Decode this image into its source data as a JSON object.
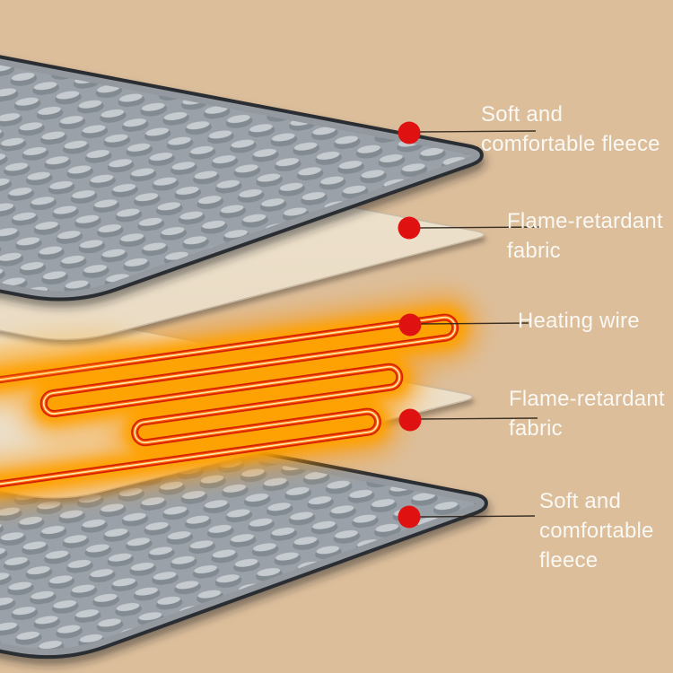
{
  "title": "Heating pad exploded layer diagram",
  "colors": {
    "background": "#dcbe9b",
    "label_text": "#faf8f3",
    "leader_line": "#2b2219",
    "callout_dot": "#e01111",
    "fleece_base": "#9aa1a8",
    "fleece_shadow": "#838b92",
    "fleece_highlight": "#c6cbd0",
    "fleece_binding": "#94999f",
    "fleece_edge_dark": "#2c2e31",
    "fabric_light": "#f4ead9",
    "fabric_dark": "#eadcc5",
    "fabric_edge": "#c9bba6",
    "wire_red": "#d42105",
    "wire_hot": "#ff5a00",
    "wire_core": "#ffe9a2",
    "wire_glow": "#ffa200",
    "wire_glow_outer": "#ff9400"
  },
  "layers": [
    {
      "name": "top-fleece",
      "material": "quilted gray fleece"
    },
    {
      "name": "upper-flame-retardant-fabric",
      "material": "cream fabric sheet"
    },
    {
      "name": "heating-wire",
      "material": "glowing serpentine wire"
    },
    {
      "name": "lower-flame-retardant-fabric",
      "material": "cream fabric sheet"
    },
    {
      "name": "bottom-fleece",
      "material": "quilted gray fleece"
    }
  ],
  "callouts": [
    {
      "id": "fleece-top",
      "label": "Soft and\ncomfortable fleece"
    },
    {
      "id": "fabric-top",
      "label": "Flame-retardant\nfabric"
    },
    {
      "id": "heating-wire",
      "label": "Heating wire"
    },
    {
      "id": "fabric-bottom",
      "label": "Flame-retardant\nfabric"
    },
    {
      "id": "fleece-bottom",
      "label": "Soft and\ncomfortable\nfleece"
    }
  ]
}
